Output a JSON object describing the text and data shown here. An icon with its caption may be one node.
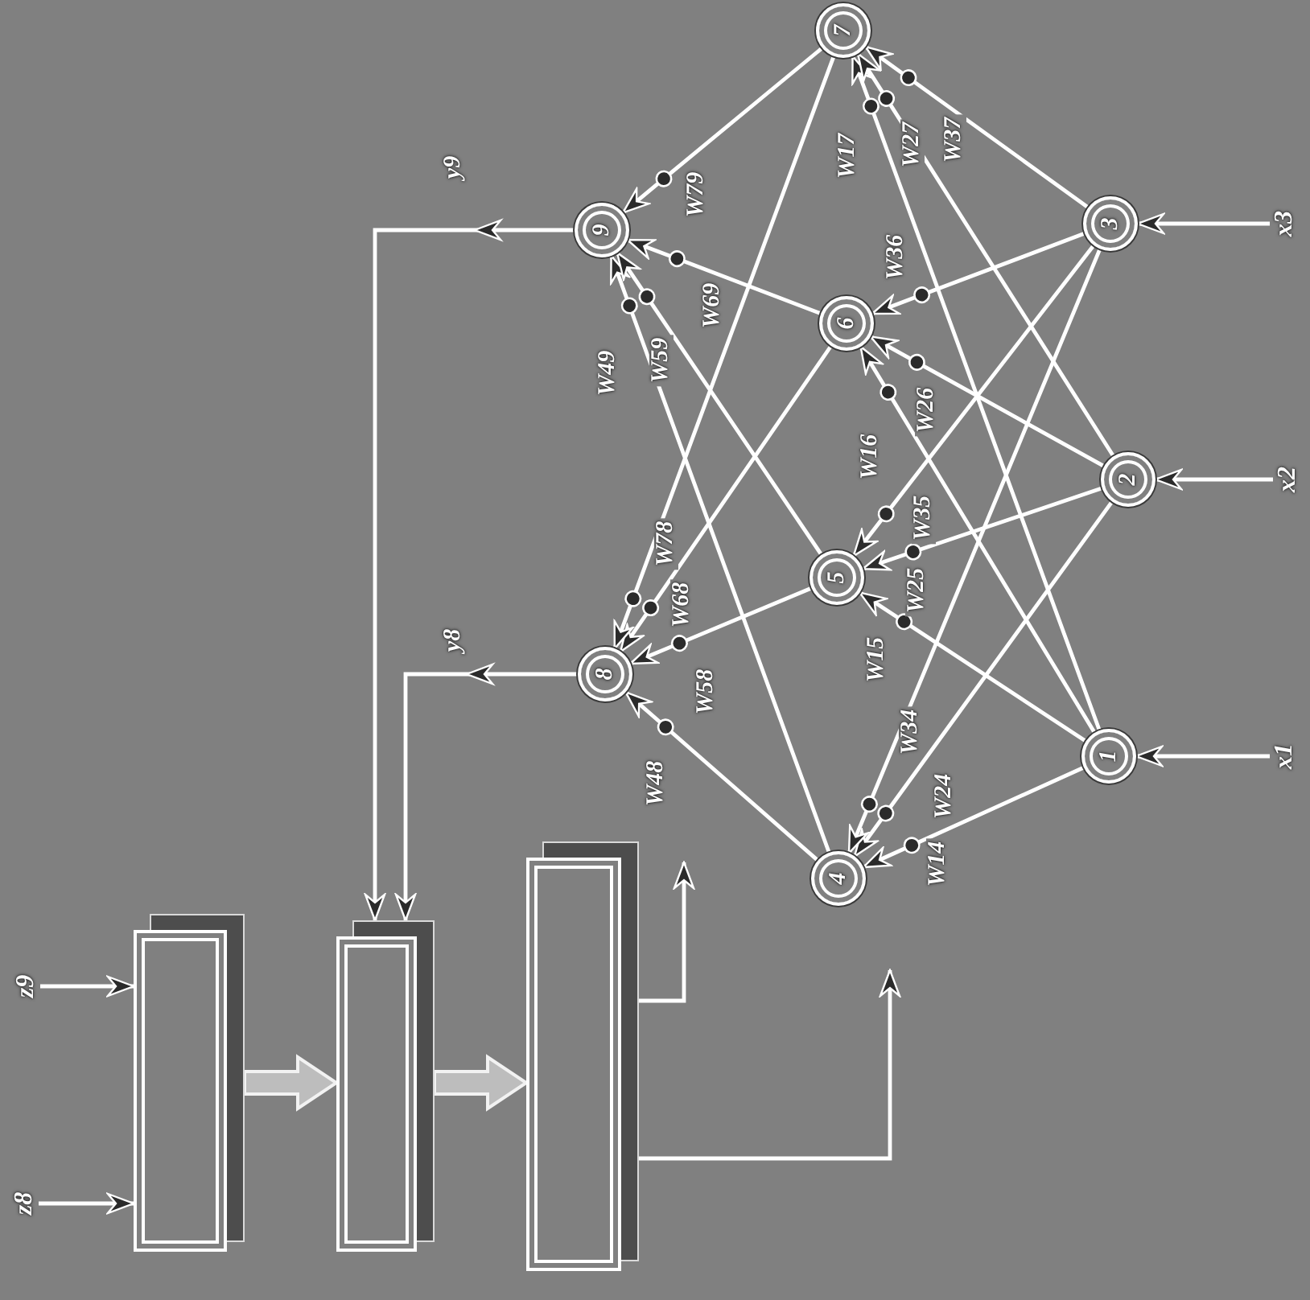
{
  "diagram": {
    "nodes": [
      {
        "text": [
          "1"
        ]
      },
      {
        "text": [
          "2"
        ]
      },
      {
        "text": [
          "3"
        ]
      },
      {
        "text": [
          "4"
        ]
      },
      {
        "text": [
          "5"
        ]
      },
      {
        "text": [
          "6"
        ]
      },
      {
        "text": [
          "7"
        ]
      },
      {
        "text": [
          "8"
        ]
      },
      {
        "text": [
          "9"
        ]
      },
      {
        "text": [
          "x1"
        ]
      },
      {
        "text": [
          "x2"
        ]
      },
      {
        "text": [
          "x3"
        ]
      },
      {
        "text": [
          "z9"
        ]
      },
      {
        "text": [
          "z8"
        ]
      },
      {
        "text": [],
        "shape": "box"
      },
      {
        "text": [],
        "shape": "box"
      },
      {
        "text": [],
        "shape": "box"
      }
    ],
    "edges": [
      {
        "from": 0,
        "to": 3,
        "label": "W14",
        "arrow": "to"
      },
      {
        "from": 1,
        "to": 3,
        "label": "W24",
        "arrow": "to"
      },
      {
        "from": 2,
        "to": 3,
        "label": "W34",
        "arrow": "to"
      },
      {
        "from": 0,
        "to": 4,
        "label": "W15",
        "arrow": "to"
      },
      {
        "from": 1,
        "to": 4,
        "label": "W25",
        "arrow": "to"
      },
      {
        "from": 2,
        "to": 4,
        "label": "W35",
        "arrow": "to"
      },
      {
        "from": 0,
        "to": 5,
        "label": "W16",
        "arrow": "to"
      },
      {
        "from": 1,
        "to": 5,
        "label": "W26",
        "arrow": "to"
      },
      {
        "from": 2,
        "to": 5,
        "label": "W36",
        "arrow": "to"
      },
      {
        "from": 0,
        "to": 6,
        "label": "W17",
        "arrow": "to"
      },
      {
        "from": 1,
        "to": 6,
        "label": "W27",
        "arrow": "to"
      },
      {
        "from": 2,
        "to": 6,
        "label": "W37",
        "arrow": "to"
      },
      {
        "from": 3,
        "to": 7,
        "label": "W48",
        "arrow": "to"
      },
      {
        "from": 4,
        "to": 7,
        "label": "W58",
        "arrow": "to"
      },
      {
        "from": 5,
        "to": 7,
        "label": "W68",
        "arrow": "to"
      },
      {
        "from": 6,
        "to": 7,
        "label": "W78",
        "arrow": "to"
      },
      {
        "from": 3,
        "to": 8,
        "label": "W49",
        "arrow": "to"
      },
      {
        "from": 4,
        "to": 8,
        "label": "W59",
        "arrow": "to"
      },
      {
        "from": 5,
        "to": 8,
        "label": "W69",
        "arrow": "to"
      },
      {
        "from": 6,
        "to": 8,
        "label": "W79",
        "arrow": "to"
      },
      {
        "from": 9,
        "to": 0,
        "arrow": "to"
      },
      {
        "from": 10,
        "to": 1,
        "arrow": "to"
      },
      {
        "from": 11,
        "to": 2,
        "arrow": "to"
      },
      {
        "from": 8,
        "to": 15,
        "label": "y9",
        "arrow": "to"
      },
      {
        "from": 7,
        "to": 15,
        "label": "y8",
        "arrow": "to"
      },
      {
        "from": 12,
        "to": 14,
        "arrow": "to"
      },
      {
        "from": 13,
        "to": 14,
        "arrow": "to"
      },
      {
        "from": 14,
        "to": 15,
        "arrow": "to",
        "style": "thick"
      },
      {
        "from": 15,
        "to": 16,
        "arrow": "to",
        "style": "thick"
      },
      {
        "from": 16,
        "to": null,
        "arrow": "to"
      },
      {
        "from": 16,
        "to": null,
        "arrow": "to"
      }
    ]
  }
}
